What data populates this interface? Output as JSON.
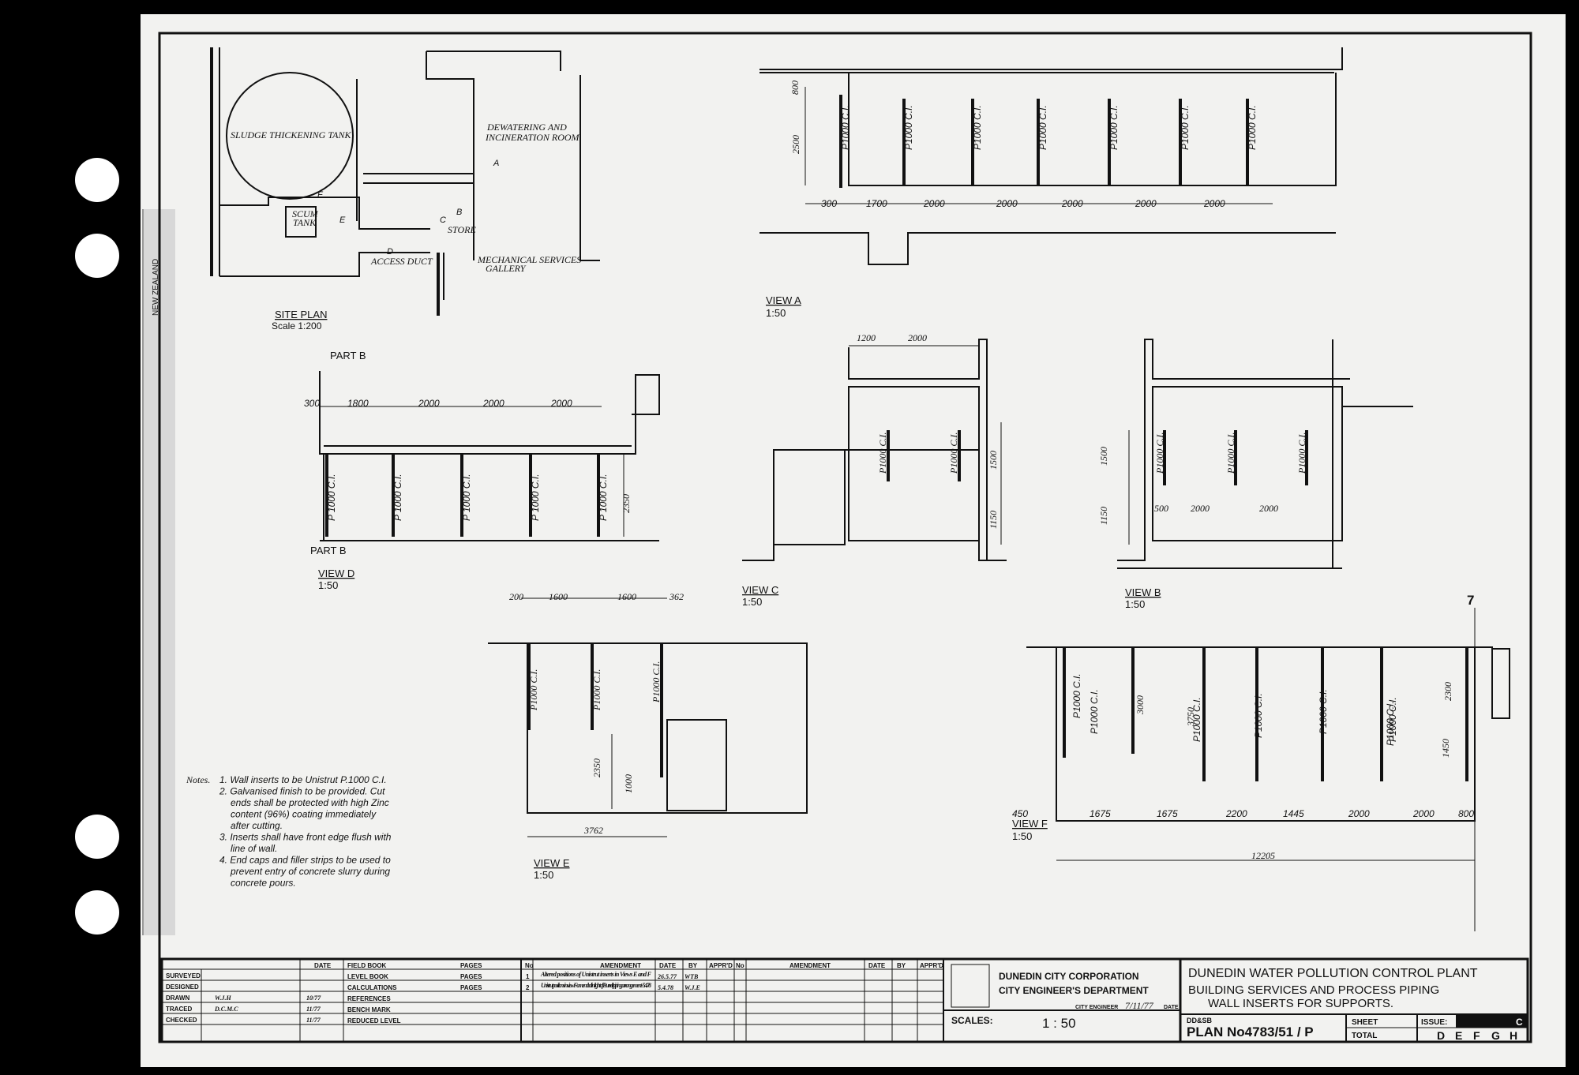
{
  "site_plan": {
    "title": "SITE PLAN",
    "scale": "Scale 1:200",
    "labels": {
      "sludge": "SLUDGE THICKENING TANK",
      "dewatering_1": "DEWATERING AND",
      "dewatering_2": "INCINERATION ROOM",
      "scum_1": "SCUM",
      "scum_2": "TANK",
      "store": "STORE",
      "access_duct": "ACCESS DUCT",
      "mech_1": "MECHANICAL SERVICES",
      "mech_2": "GALLERY",
      "a": "A",
      "b": "B",
      "c": "C",
      "d": "D",
      "e": "E",
      "f": "F"
    }
  },
  "view_a": {
    "title": "VIEW A",
    "scale": "1:50",
    "inserts": [
      "P1000 C.I.",
      "P1000 C.I.",
      "P1000 C.I.",
      "P1000 C.I.",
      "P1000 C.I.",
      "P1000 C.I.",
      "P1000 C.I."
    ],
    "height_top": "800",
    "height": "2500",
    "dims": [
      "300",
      "1700",
      "2000",
      "2000",
      "2000",
      "2000",
      "2000"
    ]
  },
  "view_d": {
    "title": "VIEW D",
    "scale": "1:50",
    "part_top": "PART B",
    "part_bottom": "PART B",
    "dims": [
      "300",
      "1800",
      "2000",
      "2000",
      "2000"
    ],
    "height": "2350",
    "inserts": [
      "P 1000 C.I.",
      "P 1000 C.I.",
      "P 1000 C.I.",
      "P 1000 C.I.",
      "P 1000 C.I."
    ]
  },
  "view_c": {
    "title": "VIEW C",
    "scale": "1:50",
    "dims": [
      "1200",
      "2000"
    ],
    "h1": "1500",
    "h2": "1150",
    "inserts": [
      "P1000 C.I.",
      "P1000 C.I."
    ]
  },
  "view_b": {
    "title": "VIEW B",
    "scale": "1:50",
    "h1": "1500",
    "h2": "1150",
    "dims": [
      "500",
      "2000",
      "2000"
    ],
    "inserts": [
      "P1000 C.I.",
      "P1000 C.I.",
      "P1000 C.I."
    ]
  },
  "view_e": {
    "title": "VIEW E",
    "scale": "1:50",
    "dims": [
      "200",
      "1600",
      "1600",
      "362"
    ],
    "h1": "2350",
    "h2": "1000",
    "bottom": "3762",
    "inserts": [
      "P1000 C.I.",
      "P1000 C.I.",
      "P1000 C.I."
    ]
  },
  "view_f": {
    "title": "VIEW F",
    "scale": "1:50",
    "dims": [
      "450",
      "1675",
      "1675",
      "2200",
      "1445",
      "2000",
      "2000",
      "800"
    ],
    "total": "12205",
    "h1": "3000",
    "h2": "3750",
    "h3": "2300",
    "h4": "1450",
    "inserts": [
      "P1000 C.I.",
      "P1000 C.I.",
      "P1000 C.I.",
      "P1000 C.I.",
      "P1000 C.I.",
      "P1000 C.I.",
      "P1000 C.I."
    ]
  },
  "sheet_mark": "7",
  "notes": {
    "heading": "Notes.",
    "lines": [
      "1. Wall inserts to be Unistrut P.1000 C.I.",
      "2. Galvanised finish to be provided. Cut",
      "ends shall be protected with high Zinc",
      "content (96%) coating immediately",
      "after cutting.",
      "3. Inserts shall have front edge flush with",
      "line of wall.",
      "4. End caps and filler strips to be used to",
      "prevent entry of concrete slurry during",
      "concrete pours."
    ]
  },
  "title_block": {
    "date_header": "DATE",
    "roles": [
      "SURVEYED",
      "DESIGNED",
      "DRAWN",
      "TRACED",
      "CHECKED"
    ],
    "names": [
      "",
      "",
      "W.J.H",
      "D.C.M.C",
      ""
    ],
    "dates": [
      "",
      "",
      "10/77",
      "11/77",
      "11/77"
    ],
    "field_items": [
      "FIELD BOOK",
      "LEVEL BOOK",
      "CALCULATIONS",
      "REFERENCES",
      "BENCH MARK",
      "REDUCED LEVEL"
    ],
    "pages_label": "PAGES",
    "amend_headers": [
      "No",
      "AMENDMENT",
      "DATE",
      "BY",
      "APPR'D"
    ],
    "amendments": [
      {
        "no": "1",
        "text": "Altered positions of Unistrut inserts in Views E and F",
        "date": "26.5.77",
        "by": "WTB"
      },
      {
        "no": "2",
        "text": "Unistrut positions in view F amended in light of Burrell piping arrangement - 5.4.78",
        "date": "5.4.78",
        "by": "W.J.E"
      }
    ],
    "org1": "DUNEDIN CITY CORPORATION",
    "org2": "CITY ENGINEER'S DEPARTMENT",
    "city_engineer": "CITY ENGINEER",
    "eng_date": "7/11/77",
    "date_label": "DATE",
    "scales_label": "SCALES:",
    "scale_value": "1 : 50",
    "project": "DUNEDIN WATER POLLUTION CONTROL PLANT",
    "title1": "BUILDING SERVICES AND PROCESS PIPING",
    "title2": "WALL INSERTS FOR SUPPORTS.",
    "plan_prefix": "DD&SB",
    "plan_label": "PLAN No4783/51 / P",
    "sheet_label": "SHEET",
    "total_label": "TOTAL",
    "issue_label": "ISSUE:",
    "issue_value": "C",
    "issue_letters": [
      "D",
      "E",
      "F",
      "G",
      "H"
    ]
  },
  "ruler_text": "NEW ZEALAND"
}
